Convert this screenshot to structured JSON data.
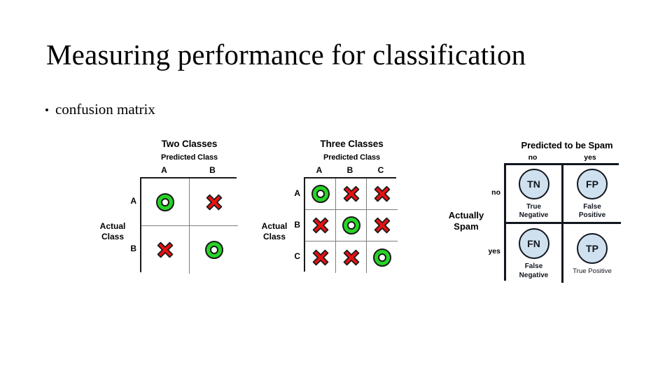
{
  "slide": {
    "title": "Measuring performance for classification",
    "bullets": [
      {
        "glyph": "•",
        "text": "confusion matrix"
      }
    ]
  },
  "colors": {
    "ring_green": "#26d426",
    "cross_red": "#e81111",
    "icon_outline": "#1a1a1a",
    "badge_fill": "#cfe0ef",
    "badge_stroke": "#11161f",
    "grid_outer": "#1a1a1a",
    "grid_inner": "#7d7d7d",
    "text": "#000000"
  },
  "figures": {
    "two_classes": {
      "title": "Two Classes",
      "column_axis_label": "Predicted Class",
      "row_axis_label": "Actual\nClass",
      "row_axis_line1": "Actual",
      "row_axis_line2": "Class",
      "columns": [
        "A",
        "B"
      ],
      "rows": [
        "A",
        "B"
      ],
      "cells": [
        [
          "correct",
          "incorrect"
        ],
        [
          "incorrect",
          "correct"
        ]
      ],
      "icon_names": {
        "correct": "green-ring-icon",
        "incorrect": "red-cross-icon"
      }
    },
    "three_classes": {
      "title": "Three Classes",
      "column_axis_label": "Predicted Class",
      "row_axis_label": "Actual\nClass",
      "row_axis_line1": "Actual",
      "row_axis_line2": "Class",
      "columns": [
        "A",
        "B",
        "C"
      ],
      "rows": [
        "A",
        "B",
        "C"
      ],
      "cells": [
        [
          "correct",
          "incorrect",
          "incorrect"
        ],
        [
          "incorrect",
          "correct",
          "incorrect"
        ],
        [
          "incorrect",
          "incorrect",
          "correct"
        ]
      ],
      "icon_names": {
        "correct": "green-ring-icon",
        "incorrect": "red-cross-icon"
      }
    },
    "spam": {
      "title": "Predicted to be Spam",
      "row_axis_line1": "Actually",
      "row_axis_line2": "Spam",
      "columns": [
        "no",
        "yes"
      ],
      "rows": [
        "no",
        "yes"
      ],
      "cells": [
        [
          {
            "abbr": "TN",
            "caption": "True\nNegative",
            "caption_single_line": false
          },
          {
            "abbr": "FP",
            "caption": "False\nPositive",
            "caption_single_line": false
          }
        ],
        [
          {
            "abbr": "FN",
            "caption": "False\nNegative",
            "caption_single_line": false
          },
          {
            "abbr": "TP",
            "caption": "True Positive",
            "caption_single_line": true
          }
        ]
      ]
    }
  }
}
